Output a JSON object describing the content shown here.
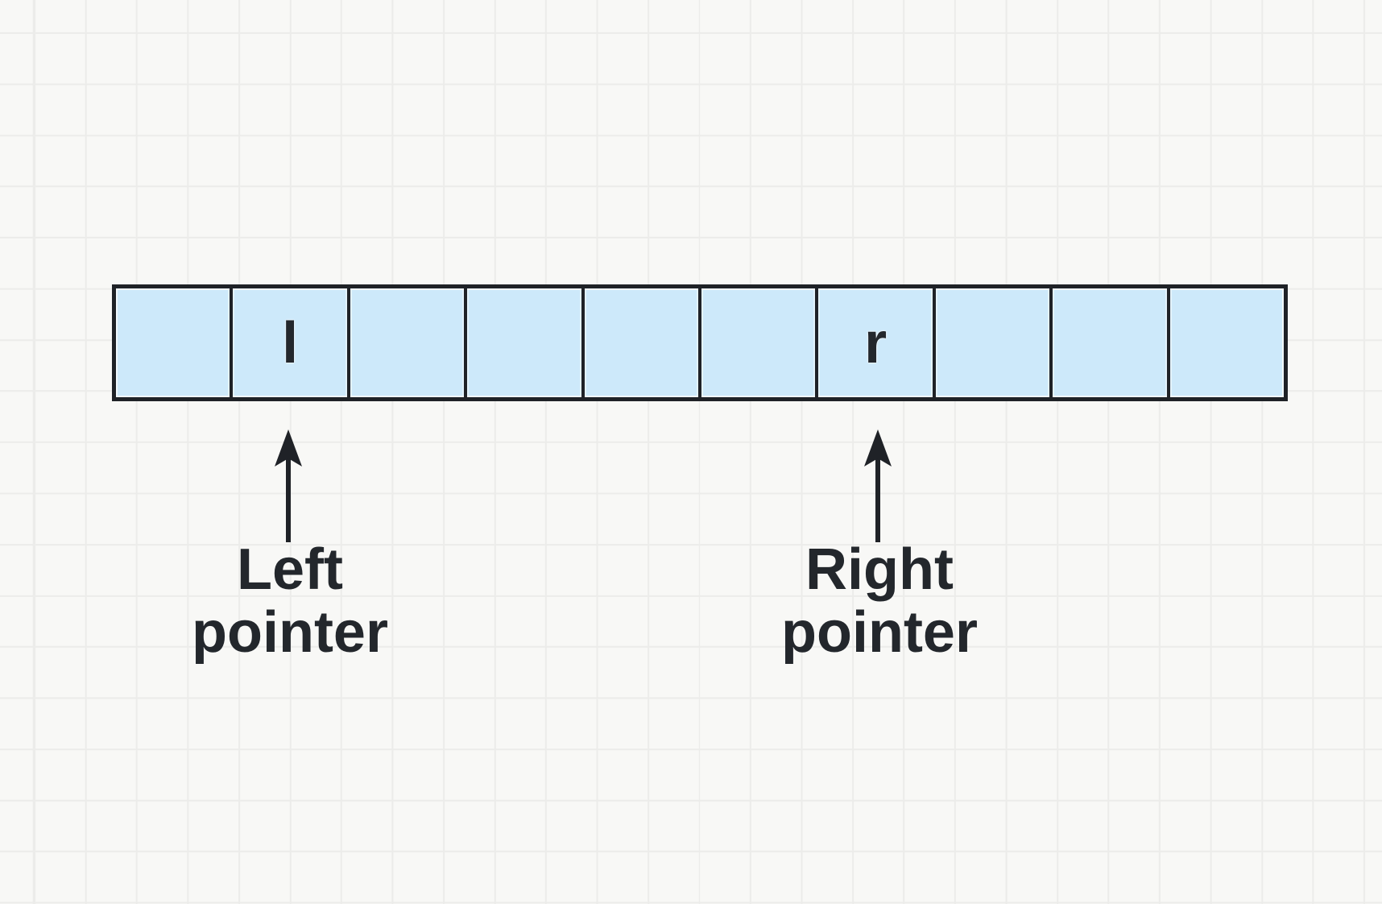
{
  "colors": {
    "background": "#f8f8f6",
    "gridline": "#ececea",
    "cell_fill": "#cde9fa",
    "stroke": "#1f2227",
    "text": "#23272c"
  },
  "array": {
    "cell_count": 10,
    "cells": [
      {
        "label": ""
      },
      {
        "label": "l"
      },
      {
        "label": ""
      },
      {
        "label": ""
      },
      {
        "label": ""
      },
      {
        "label": ""
      },
      {
        "label": "r"
      },
      {
        "label": ""
      },
      {
        "label": ""
      },
      {
        "label": ""
      }
    ]
  },
  "pointers": [
    {
      "name": "left",
      "variable": "l",
      "cell_index": 1,
      "label_line1": "Left",
      "label_line2": "pointer"
    },
    {
      "name": "right",
      "variable": "r",
      "cell_index": 6,
      "label_line1": "Right",
      "label_line2": "pointer"
    }
  ]
}
